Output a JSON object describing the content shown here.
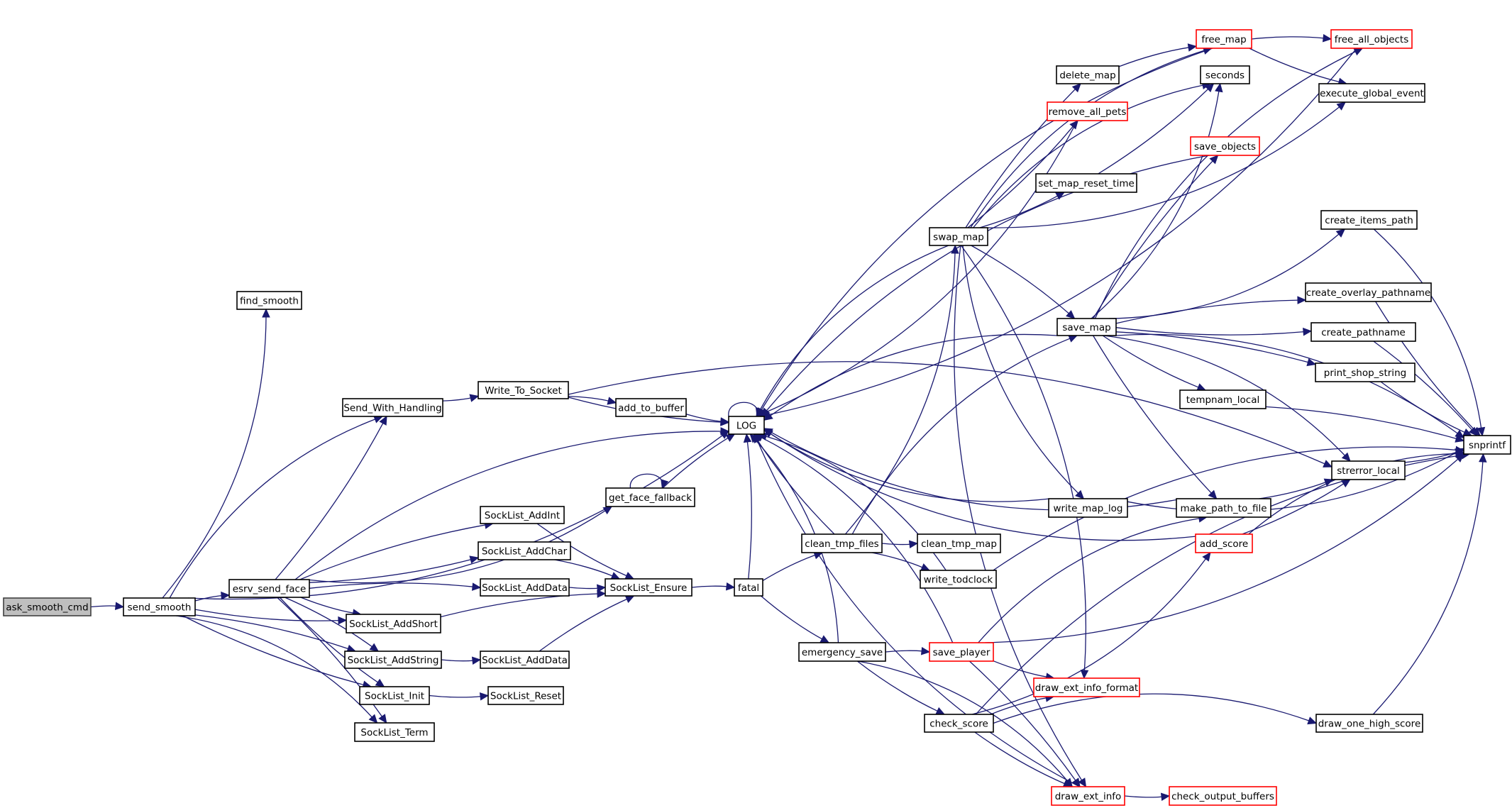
{
  "title": "ask_smooth_cmd call graph",
  "colors": {
    "edge": "#191970",
    "node_border": "#000000",
    "node_incomplete_border": "#ff0000",
    "root_fill": "#bfbfbf",
    "background": "#ffffff"
  },
  "nodes": [
    {
      "id": "ask_smooth_cmd",
      "label": "ask_smooth_cmd",
      "kind": "root"
    },
    {
      "id": "send_smooth",
      "label": "send_smooth",
      "kind": "normal"
    },
    {
      "id": "find_smooth",
      "label": "find_smooth",
      "kind": "normal"
    },
    {
      "id": "esrv_send_face",
      "label": "esrv_send_face",
      "kind": "normal"
    },
    {
      "id": "Send_With_Handling",
      "label": "Send_With_Handling",
      "kind": "normal"
    },
    {
      "id": "Write_To_Socket",
      "label": "Write_To_Socket",
      "kind": "normal"
    },
    {
      "id": "add_to_buffer",
      "label": "add_to_buffer",
      "kind": "normal"
    },
    {
      "id": "LOG",
      "label": "LOG",
      "kind": "normal"
    },
    {
      "id": "get_face_fallback",
      "label": "get_face_fallback",
      "kind": "normal"
    },
    {
      "id": "SockList_AddInt",
      "label": "SockList_AddInt",
      "kind": "normal"
    },
    {
      "id": "SockList_AddChar",
      "label": "SockList_AddChar",
      "kind": "normal"
    },
    {
      "id": "SockList_AddData_1",
      "label": "SockList_AddData",
      "kind": "normal"
    },
    {
      "id": "SockList_Ensure",
      "label": "SockList_Ensure",
      "kind": "normal"
    },
    {
      "id": "fatal",
      "label": "fatal",
      "kind": "normal"
    },
    {
      "id": "SockList_AddShort",
      "label": "SockList_AddShort",
      "kind": "normal"
    },
    {
      "id": "SockList_AddString",
      "label": "SockList_AddString",
      "kind": "normal"
    },
    {
      "id": "SockList_AddData_2",
      "label": "SockList_AddData",
      "kind": "normal"
    },
    {
      "id": "SockList_Init",
      "label": "SockList_Init",
      "kind": "normal"
    },
    {
      "id": "SockList_Reset",
      "label": "SockList_Reset",
      "kind": "normal"
    },
    {
      "id": "SockList_Term",
      "label": "SockList_Term",
      "kind": "normal"
    },
    {
      "id": "free_map",
      "label": "free_map",
      "kind": "incomplete"
    },
    {
      "id": "free_all_objects",
      "label": "free_all_objects",
      "kind": "incomplete"
    },
    {
      "id": "delete_map",
      "label": "delete_map",
      "kind": "normal"
    },
    {
      "id": "seconds",
      "label": "seconds",
      "kind": "normal"
    },
    {
      "id": "execute_global_event",
      "label": "execute_global_event",
      "kind": "normal"
    },
    {
      "id": "remove_all_pets",
      "label": "remove_all_pets",
      "kind": "incomplete"
    },
    {
      "id": "save_objects",
      "label": "save_objects",
      "kind": "incomplete"
    },
    {
      "id": "set_map_reset_time",
      "label": "set_map_reset_time",
      "kind": "normal"
    },
    {
      "id": "create_items_path",
      "label": "create_items_path",
      "kind": "normal"
    },
    {
      "id": "swap_map",
      "label": "swap_map",
      "kind": "normal"
    },
    {
      "id": "create_overlay_pathname",
      "label": "create_overlay_pathname",
      "kind": "normal"
    },
    {
      "id": "save_map",
      "label": "save_map",
      "kind": "normal"
    },
    {
      "id": "create_pathname",
      "label": "create_pathname",
      "kind": "normal"
    },
    {
      "id": "print_shop_string",
      "label": "print_shop_string",
      "kind": "normal"
    },
    {
      "id": "tempnam_local",
      "label": "tempnam_local",
      "kind": "normal"
    },
    {
      "id": "snprintf",
      "label": "snprintf",
      "kind": "normal"
    },
    {
      "id": "strerror_local",
      "label": "strerror_local",
      "kind": "normal"
    },
    {
      "id": "write_map_log",
      "label": "write_map_log",
      "kind": "normal"
    },
    {
      "id": "make_path_to_file",
      "label": "make_path_to_file",
      "kind": "normal"
    },
    {
      "id": "add_score",
      "label": "add_score",
      "kind": "incomplete"
    },
    {
      "id": "clean_tmp_files",
      "label": "clean_tmp_files",
      "kind": "normal"
    },
    {
      "id": "clean_tmp_map",
      "label": "clean_tmp_map",
      "kind": "normal"
    },
    {
      "id": "write_todclock",
      "label": "write_todclock",
      "kind": "normal"
    },
    {
      "id": "emergency_save",
      "label": "emergency_save",
      "kind": "normal"
    },
    {
      "id": "save_player",
      "label": "save_player",
      "kind": "incomplete"
    },
    {
      "id": "draw_ext_info_format",
      "label": "draw_ext_info_format",
      "kind": "incomplete"
    },
    {
      "id": "check_score",
      "label": "check_score",
      "kind": "normal"
    },
    {
      "id": "draw_one_high_score",
      "label": "draw_one_high_score",
      "kind": "normal"
    },
    {
      "id": "draw_ext_info",
      "label": "draw_ext_info",
      "kind": "incomplete"
    },
    {
      "id": "check_output_buffers",
      "label": "check_output_buffers",
      "kind": "incomplete"
    }
  ],
  "edges": [
    [
      "ask_smooth_cmd",
      "send_smooth"
    ],
    [
      "send_smooth",
      "find_smooth"
    ],
    [
      "send_smooth",
      "esrv_send_face"
    ],
    [
      "send_smooth",
      "LOG"
    ],
    [
      "send_smooth",
      "Send_With_Handling"
    ],
    [
      "send_smooth",
      "SockList_AddShort"
    ],
    [
      "send_smooth",
      "SockList_AddString"
    ],
    [
      "send_smooth",
      "SockList_Init"
    ],
    [
      "send_smooth",
      "SockList_Term"
    ],
    [
      "esrv_send_face",
      "Send_With_Handling"
    ],
    [
      "esrv_send_face",
      "LOG"
    ],
    [
      "esrv_send_face",
      "get_face_fallback"
    ],
    [
      "esrv_send_face",
      "SockList_AddInt"
    ],
    [
      "esrv_send_face",
      "SockList_AddChar"
    ],
    [
      "esrv_send_face",
      "SockList_AddData_1"
    ],
    [
      "esrv_send_face",
      "SockList_AddShort"
    ],
    [
      "esrv_send_face",
      "SockList_AddString"
    ],
    [
      "esrv_send_face",
      "SockList_Init"
    ],
    [
      "esrv_send_face",
      "SockList_Term"
    ],
    [
      "Send_With_Handling",
      "Write_To_Socket"
    ],
    [
      "Write_To_Socket",
      "add_to_buffer"
    ],
    [
      "Write_To_Socket",
      "LOG"
    ],
    [
      "Write_To_Socket",
      "strerror_local"
    ],
    [
      "add_to_buffer",
      "LOG"
    ],
    [
      "get_face_fallback",
      "LOG"
    ],
    [
      "get_face_fallback",
      "get_face_fallback"
    ],
    [
      "LOG",
      "LOG"
    ],
    [
      "SockList_AddInt",
      "SockList_Ensure"
    ],
    [
      "SockList_AddChar",
      "SockList_Ensure"
    ],
    [
      "SockList_AddData_1",
      "SockList_Ensure"
    ],
    [
      "SockList_AddShort",
      "SockList_Ensure"
    ],
    [
      "SockList_AddString",
      "SockList_AddData_2"
    ],
    [
      "SockList_AddData_2",
      "SockList_Ensure"
    ],
    [
      "SockList_Init",
      "SockList_Reset"
    ],
    [
      "SockList_Ensure",
      "fatal"
    ],
    [
      "fatal",
      "LOG"
    ],
    [
      "fatal",
      "clean_tmp_files"
    ],
    [
      "fatal",
      "emergency_save"
    ],
    [
      "clean_tmp_files",
      "LOG"
    ],
    [
      "clean_tmp_files",
      "swap_map"
    ],
    [
      "clean_tmp_files",
      "save_map"
    ],
    [
      "clean_tmp_files",
      "clean_tmp_map"
    ],
    [
      "clean_tmp_files",
      "write_todclock"
    ],
    [
      "write_todclock",
      "LOG"
    ],
    [
      "write_todclock",
      "snprintf"
    ],
    [
      "swap_map",
      "LOG"
    ],
    [
      "swap_map",
      "delete_map"
    ],
    [
      "swap_map",
      "remove_all_pets"
    ],
    [
      "swap_map",
      "free_map"
    ],
    [
      "swap_map",
      "set_map_reset_time"
    ],
    [
      "swap_map",
      "seconds"
    ],
    [
      "swap_map",
      "execute_global_event"
    ],
    [
      "swap_map",
      "save_map"
    ],
    [
      "swap_map",
      "write_map_log"
    ],
    [
      "swap_map",
      "draw_ext_info_format"
    ],
    [
      "swap_map",
      "draw_ext_info"
    ],
    [
      "delete_map",
      "free_map"
    ],
    [
      "free_map",
      "LOG"
    ],
    [
      "free_map",
      "free_all_objects"
    ],
    [
      "free_map",
      "execute_global_event"
    ],
    [
      "free_all_objects",
      "LOG"
    ],
    [
      "set_map_reset_time",
      "seconds"
    ],
    [
      "remove_all_pets",
      "LOG"
    ],
    [
      "save_map",
      "LOG"
    ],
    [
      "save_map",
      "free_all_objects"
    ],
    [
      "save_map",
      "seconds"
    ],
    [
      "save_map",
      "save_objects"
    ],
    [
      "save_map",
      "create_items_path"
    ],
    [
      "save_map",
      "create_overlay_pathname"
    ],
    [
      "save_map",
      "create_pathname"
    ],
    [
      "save_map",
      "print_shop_string"
    ],
    [
      "save_map",
      "tempnam_local"
    ],
    [
      "save_map",
      "strerror_local"
    ],
    [
      "save_map",
      "make_path_to_file"
    ],
    [
      "save_map",
      "snprintf"
    ],
    [
      "save_objects",
      "LOG"
    ],
    [
      "create_items_path",
      "snprintf"
    ],
    [
      "create_overlay_pathname",
      "snprintf"
    ],
    [
      "create_pathname",
      "snprintf"
    ],
    [
      "print_shop_string",
      "snprintf"
    ],
    [
      "tempnam_local",
      "snprintf"
    ],
    [
      "strerror_local",
      "snprintf"
    ],
    [
      "make_path_to_file",
      "LOG"
    ],
    [
      "make_path_to_file",
      "strerror_local"
    ],
    [
      "write_map_log",
      "LOG"
    ],
    [
      "write_map_log",
      "snprintf"
    ],
    [
      "add_score",
      "LOG"
    ],
    [
      "add_score",
      "strerror_local"
    ],
    [
      "add_score",
      "snprintf"
    ],
    [
      "emergency_save",
      "LOG"
    ],
    [
      "emergency_save",
      "save_player"
    ],
    [
      "emergency_save",
      "check_score"
    ],
    [
      "emergency_save",
      "draw_ext_info"
    ],
    [
      "save_player",
      "LOG"
    ],
    [
      "save_player",
      "make_path_to_file"
    ],
    [
      "save_player",
      "draw_ext_info_format"
    ],
    [
      "save_player",
      "draw_ext_info"
    ],
    [
      "save_player",
      "snprintf"
    ],
    [
      "check_score",
      "draw_ext_info_format"
    ],
    [
      "check_score",
      "add_score"
    ],
    [
      "check_score",
      "draw_one_high_score"
    ],
    [
      "check_score",
      "draw_ext_info"
    ],
    [
      "check_score",
      "snprintf"
    ],
    [
      "draw_one_high_score",
      "snprintf"
    ],
    [
      "draw_ext_info",
      "LOG"
    ],
    [
      "draw_ext_info",
      "check_output_buffers"
    ]
  ]
}
